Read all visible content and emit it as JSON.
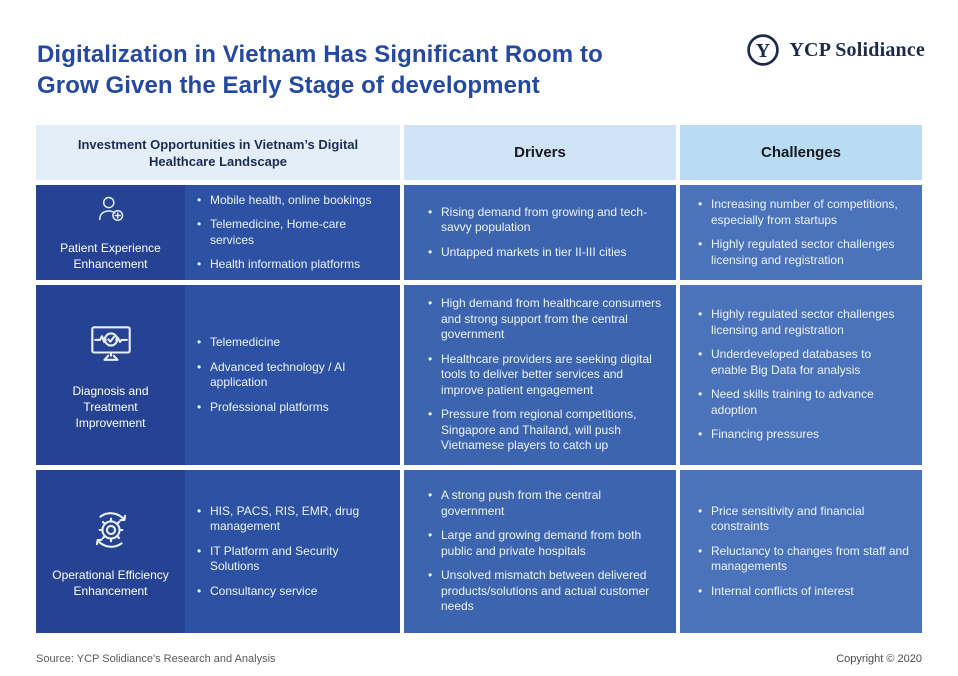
{
  "title": {
    "line1": "Digitalization in Vietnam Has Significant Room to",
    "line2": "Grow Given the Early Stage of development"
  },
  "logo": {
    "text": "YCP Solidiance",
    "icon": "ycp-circle-y-logo"
  },
  "table": {
    "headers": {
      "investment": "Investment Opportunities in Vietnam’s Digital Healthcare Landscape",
      "drivers": "Drivers",
      "challenges": "Challenges"
    },
    "rows": [
      {
        "category": "Patient Experience Enhancement",
        "icon": "patient-plus-icon",
        "opportunities": [
          "Mobile health, online bookings",
          "Telemedicine, Home-care services",
          "Health information platforms"
        ],
        "drivers": [
          "Rising demand from growing and tech-savvy population",
          "Untapped markets in tier II-III cities"
        ],
        "challenges": [
          "Increasing number of competitions, especially from startups",
          "Highly regulated sector challenges licensing and registration"
        ]
      },
      {
        "category": "Diagnosis and Treatment Improvement",
        "icon": "diagnosis-monitor-icon",
        "opportunities": [
          "Telemedicine",
          "Advanced technology / AI application",
          "Professional platforms"
        ],
        "drivers": [
          "High demand from healthcare consumers and strong support from the central government",
          "Healthcare providers are seeking digital tools to deliver better services and improve patient engagement",
          "Pressure from regional competitions, Singapore and Thailand, will push Vietnamese players to catch up"
        ],
        "challenges": [
          "Highly regulated sector challenges licensing and registration",
          "Underdeveloped databases to enable Big Data for analysis",
          "Need skills training to advance adoption",
          "Financing pressures"
        ]
      },
      {
        "category": "Operational Efficiency Enhancement",
        "icon": "gear-efficiency-icon",
        "opportunities": [
          "HIS, PACS, RIS, EMR, drug management",
          "IT Platform and Security Solutions",
          "Consultancy service"
        ],
        "drivers": [
          "A strong push from the central government",
          "Large and growing demand from both public and private hospitals",
          "Unsolved mismatch between delivered products/solutions and actual customer needs"
        ],
        "challenges": [
          "Price sensitivity and financial constraints",
          "Reluctancy to changes from staff and managements",
          "Internal conflicts of interest"
        ]
      }
    ]
  },
  "footer": {
    "source": "Source: YCP Solidiance's Research and Analysis",
    "copyright": "Copyright © 2020"
  },
  "colors": {
    "title_blue": "#2549a0",
    "logo_navy": "#1c2b4a",
    "header_investment_bg": "#e4eef9",
    "header_drivers_bg": "#cfe5f7",
    "header_challenges_bg": "#b9dcf4",
    "category_cell_bg": "#264292",
    "opportunities_cell_bg": "#2d51a3",
    "drivers_cell_bg": "#3d64af",
    "challenges_cell_bg": "#4a73bc",
    "body_text": "#eef3fb"
  }
}
